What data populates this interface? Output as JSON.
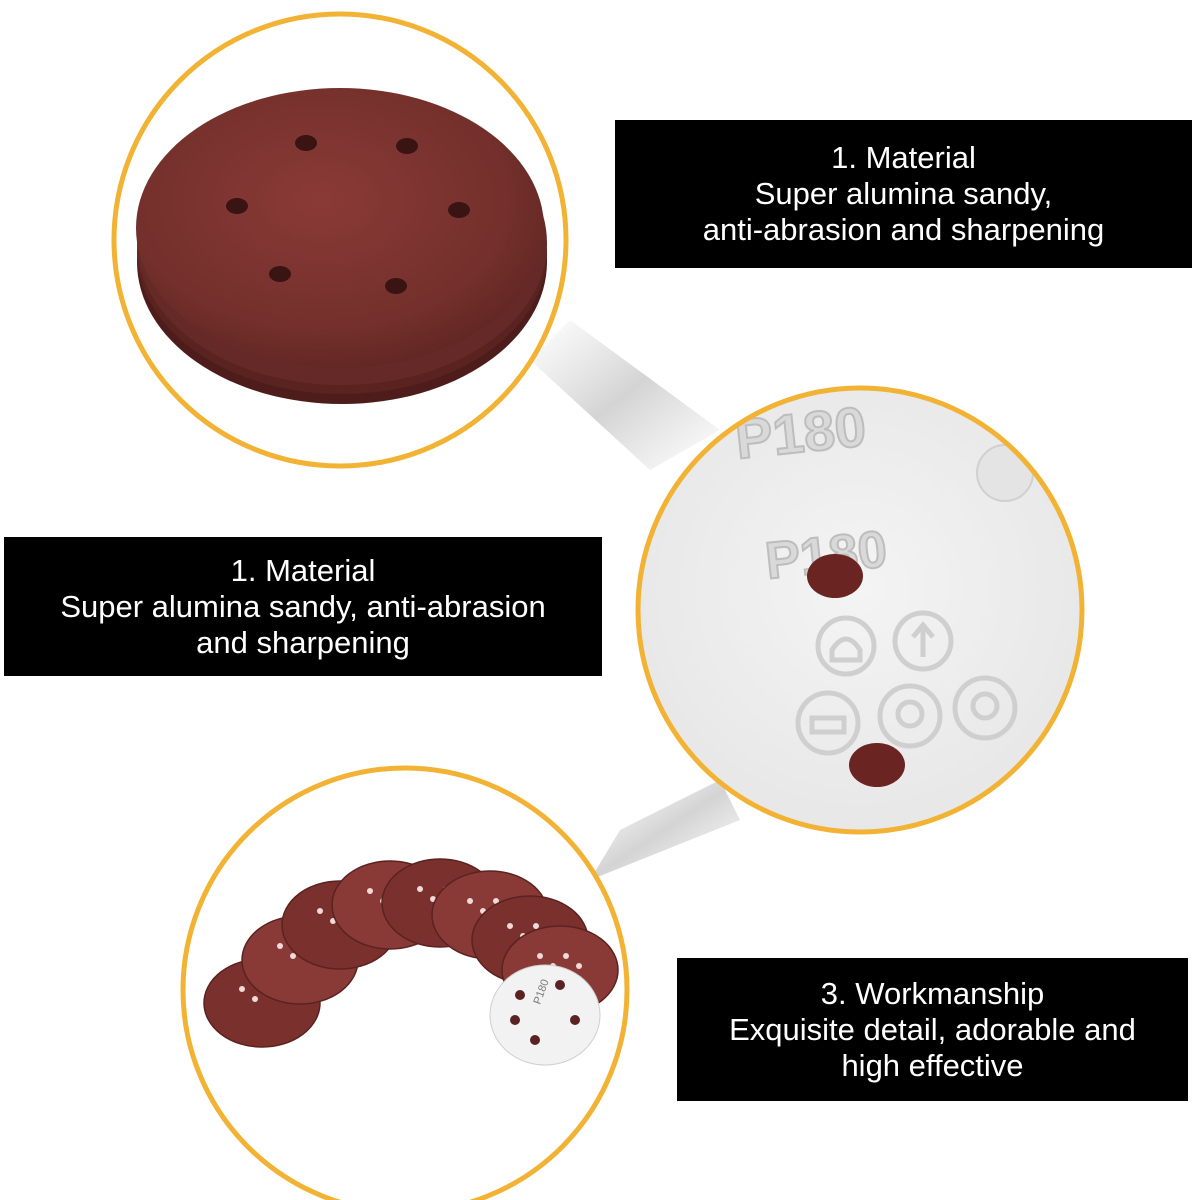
{
  "captions": [
    {
      "title": "1. Material",
      "lines": [
        "Super alumina sandy,",
        "anti-abrasion and sharpening"
      ]
    },
    {
      "title": "1. Material",
      "lines": [
        "Super alumina sandy, anti-abrasion",
        "and sharpening"
      ]
    },
    {
      "title": "3. Workmanship",
      "lines": [
        "Exquisite detail, adorable and",
        "high effective"
      ]
    }
  ],
  "grit_label": "P180",
  "colors": {
    "ring": "#f2b233",
    "sandpaper": "#7a2e2b",
    "backing": "#efefef",
    "caption_bg": "#000000",
    "caption_text": "#ffffff"
  },
  "icons": [
    "sanding-disc-icon",
    "safety-symbol-icon"
  ]
}
